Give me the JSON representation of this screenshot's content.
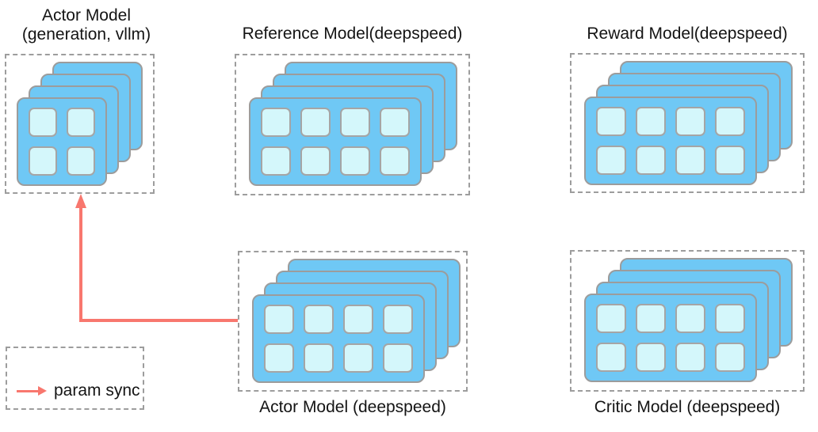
{
  "blocks": {
    "actor_generation": {
      "title_line1": "Actor Model",
      "title_line2": "(generation, vllm)",
      "gpus": {
        "cols": 2,
        "rows": 2
      },
      "replicas": 4
    },
    "reference": {
      "title": "Reference Model(deepspeed)",
      "gpus": {
        "cols": 4,
        "rows": 2
      },
      "replicas": 4
    },
    "reward": {
      "title": "Reward Model(deepspeed)",
      "gpus": {
        "cols": 4,
        "rows": 2
      },
      "replicas": 4
    },
    "actor_deepspeed": {
      "title": "Actor Model (deepspeed)",
      "gpus": {
        "cols": 4,
        "rows": 2
      },
      "replicas": 4
    },
    "critic": {
      "title": "Critic Model (deepspeed)",
      "gpus": {
        "cols": 4,
        "rows": 2
      },
      "replicas": 4
    }
  },
  "legend": {
    "label": "param sync"
  },
  "colors": {
    "card_fill": "#6FC8F5",
    "card_border": "#9C9C9C",
    "cell_fill": "#D4F7FB",
    "cell_border": "#A5A5A5",
    "box_border": "#9D9D9D",
    "arrow": "#F8776E",
    "text": "#141414"
  }
}
